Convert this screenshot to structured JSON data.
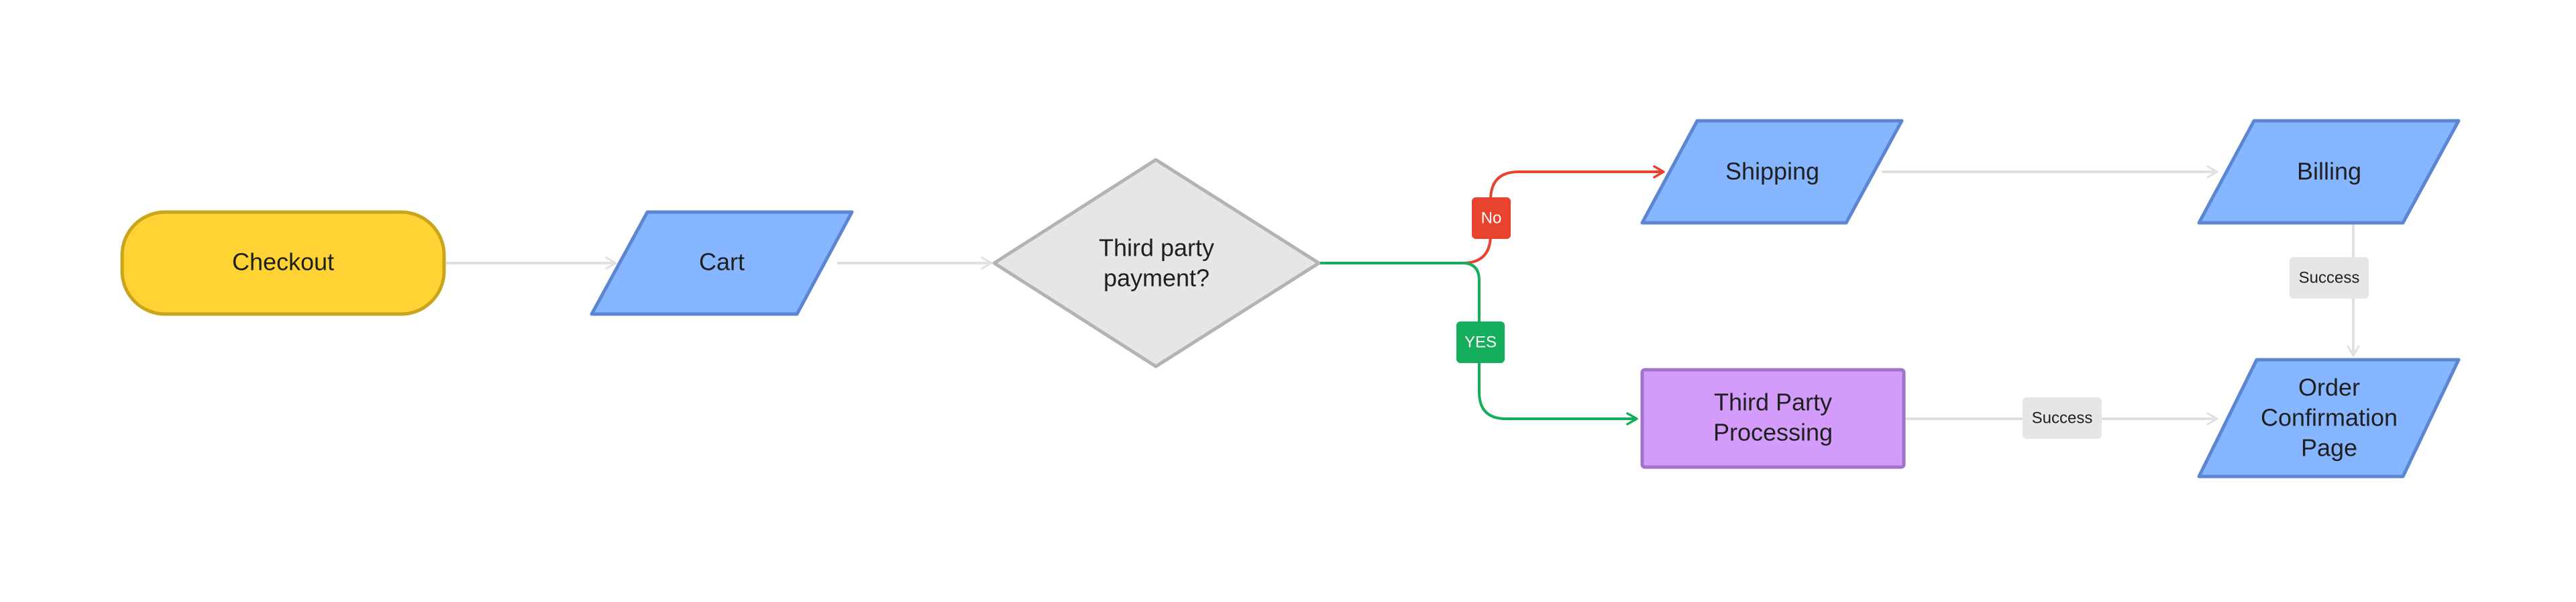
{
  "nodes": {
    "checkout": {
      "label": "Checkout"
    },
    "cart": {
      "label": "Cart"
    },
    "decision": {
      "line1": "Third party",
      "line2": "payment?"
    },
    "shipping": {
      "label": "Shipping"
    },
    "billing": {
      "label": "Billing"
    },
    "third_party": {
      "line1": "Third Party",
      "line2": "Processing"
    },
    "order_confirmation": {
      "line1": "Order",
      "line2": "Confirmation",
      "line3": "Page"
    }
  },
  "edge_labels": {
    "no": "No",
    "yes": "YES",
    "success_billing": "Success",
    "success_third_party": "Success"
  },
  "colors": {
    "terminal_fill": "#FFD333",
    "terminal_stroke": "#C9A51C",
    "io_fill": "#85B6FF",
    "io_stroke": "#5C86D1",
    "decision_fill": "#E6E6E6",
    "decision_stroke": "#B3B3B3",
    "process_fill": "#D49CFA",
    "process_stroke": "#A274C8",
    "edge_default": "#E0E0E0",
    "edge_no": "#E8432E",
    "edge_yes": "#14AE5C",
    "label_gray_fill": "#E6E6E6",
    "label_dark_text": "#1f1f1f",
    "label_light_text": "#ffffff"
  }
}
